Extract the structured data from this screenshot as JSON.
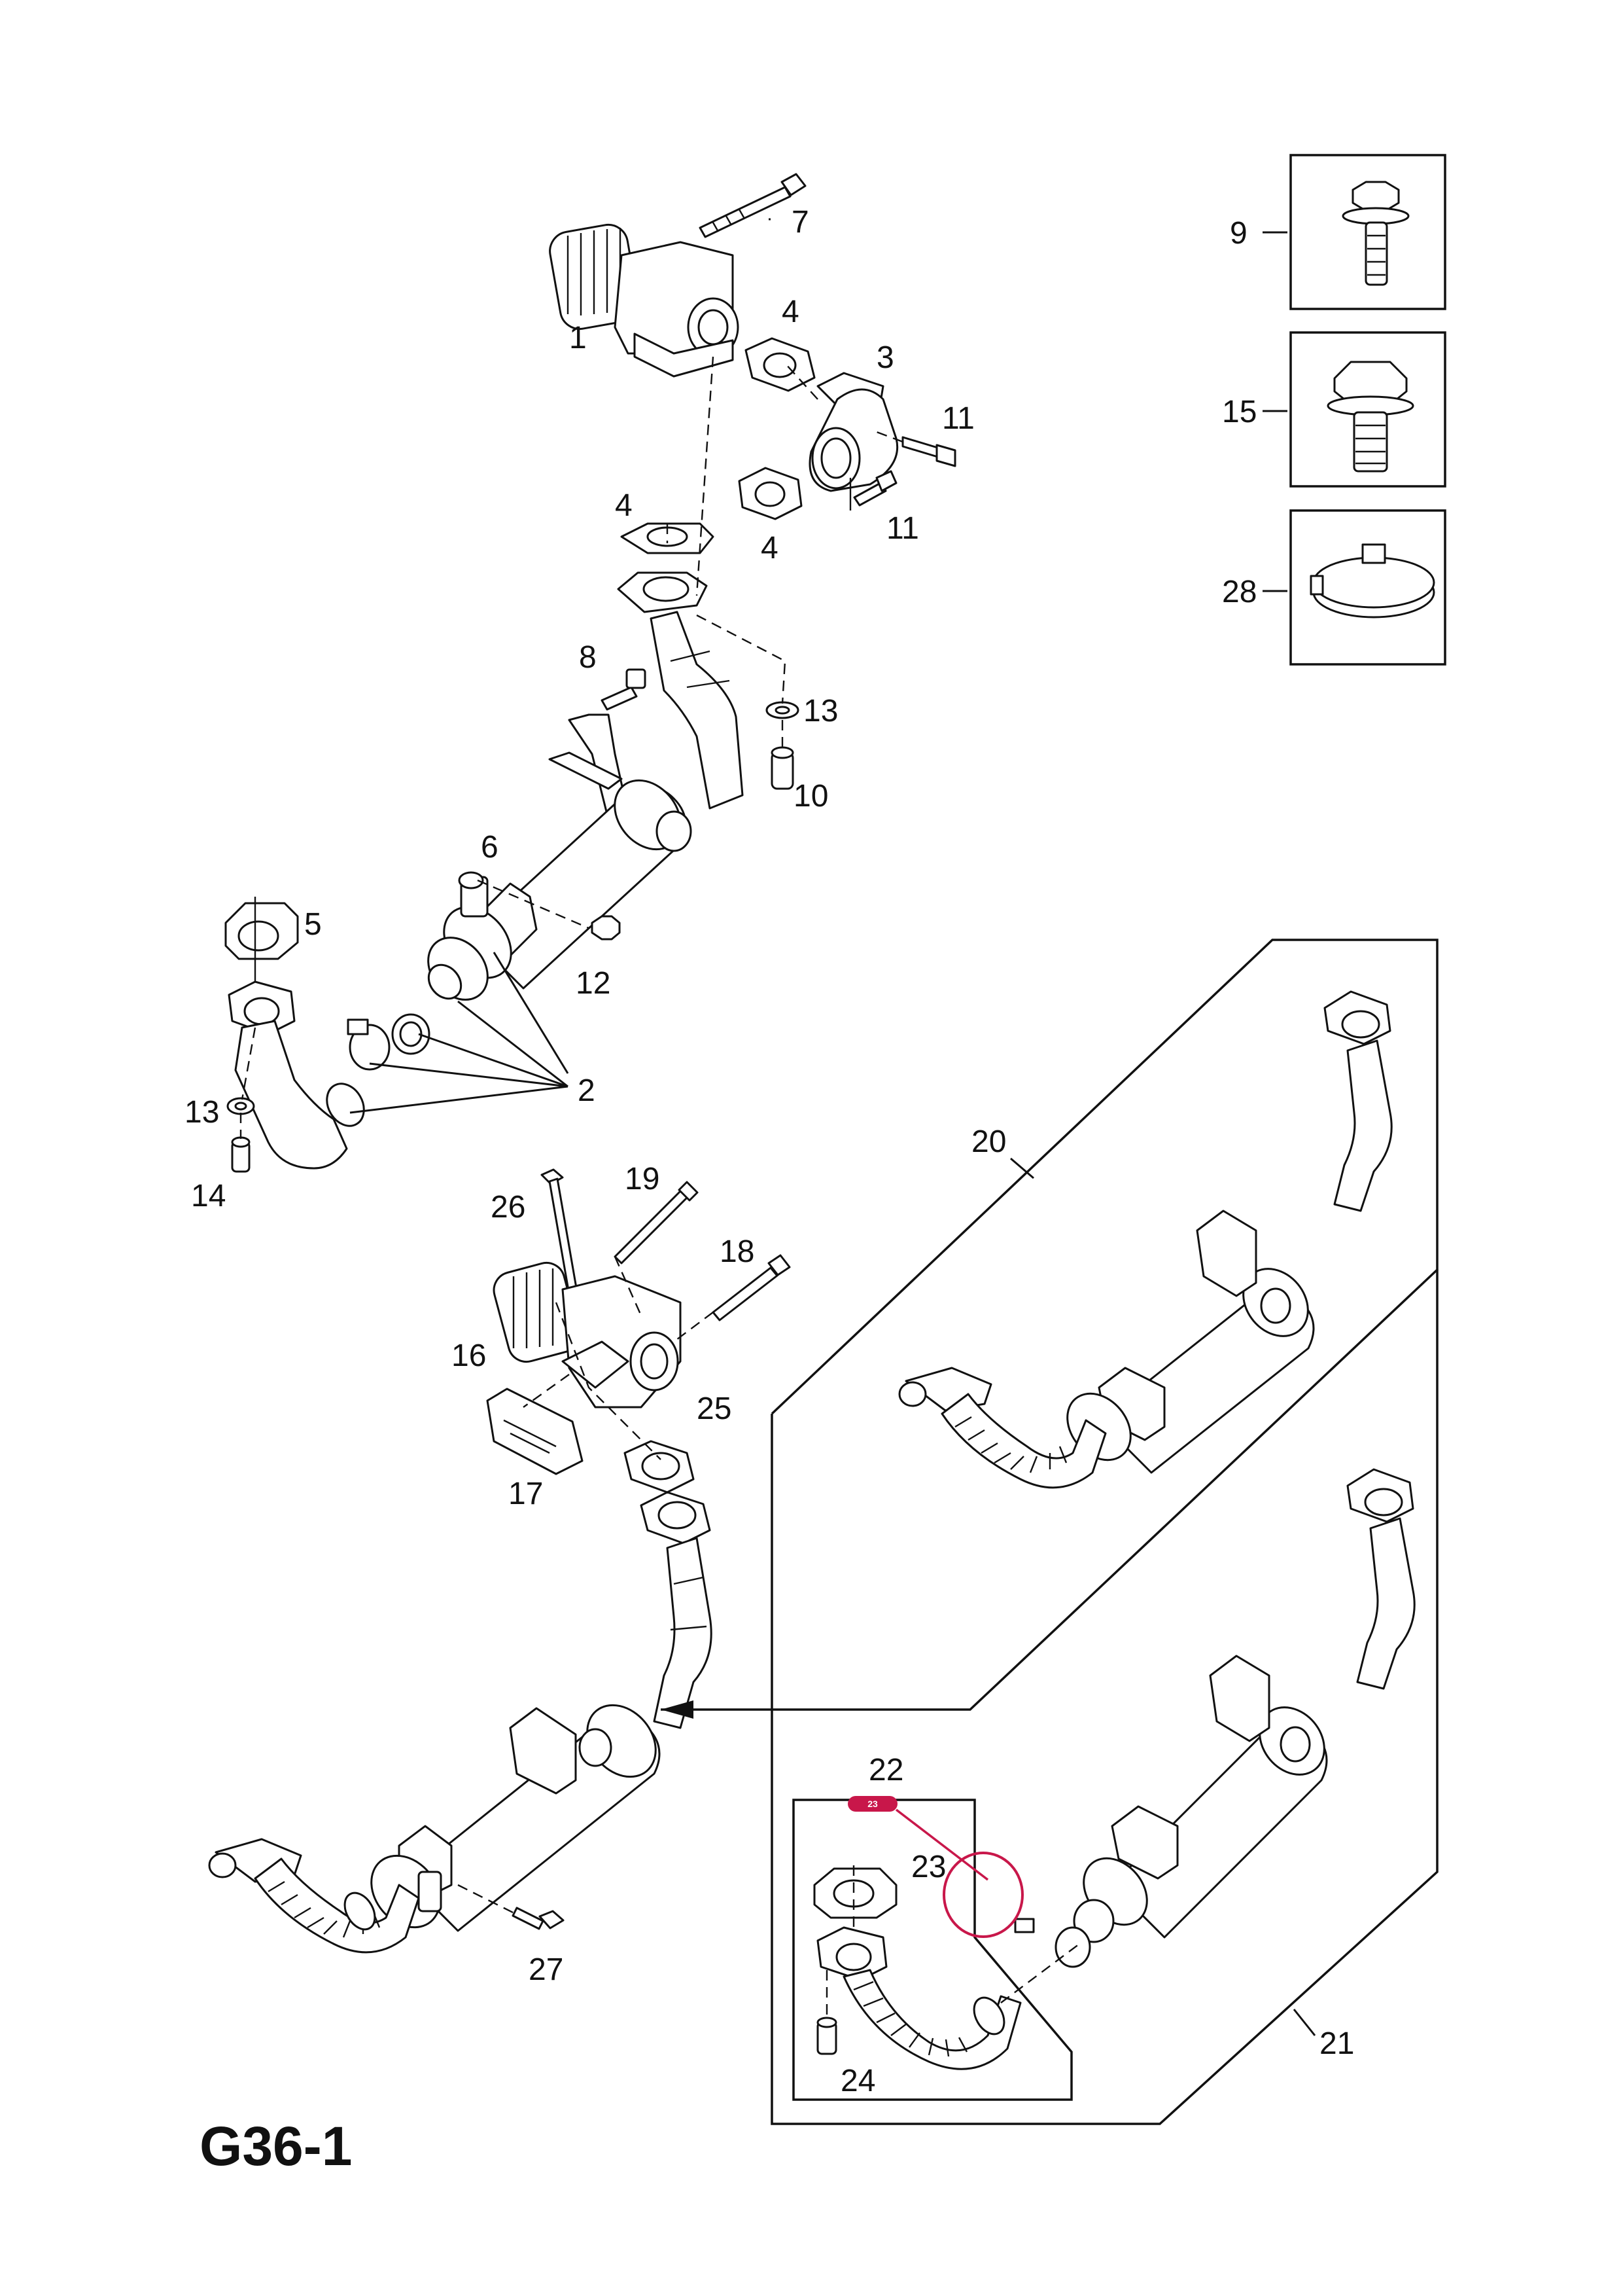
{
  "page_label": "G36-1",
  "callouts": {
    "c1": "1",
    "c2": "2",
    "c3": "3",
    "c4a": "4",
    "c4b": "4",
    "c4c": "4",
    "c5": "5",
    "c6": "6",
    "c7": "7",
    "c8": "8",
    "c9": "9",
    "c10": "10",
    "c11a": "11",
    "c11b": "11",
    "c12": "12",
    "c13a": "13",
    "c13b": "13",
    "c14": "14",
    "c15": "15",
    "c16": "16",
    "c17": "17",
    "c18": "18",
    "c19": "19",
    "c20": "20",
    "c21": "21",
    "c22": "22",
    "c23": "23",
    "c24": "24",
    "c25": "25",
    "c26": "26",
    "c27": "27",
    "c28": "28"
  },
  "highlight_badge": "23",
  "colors": {
    "line": "#111111",
    "highlight": "#c8174a",
    "background": "#ffffff"
  }
}
